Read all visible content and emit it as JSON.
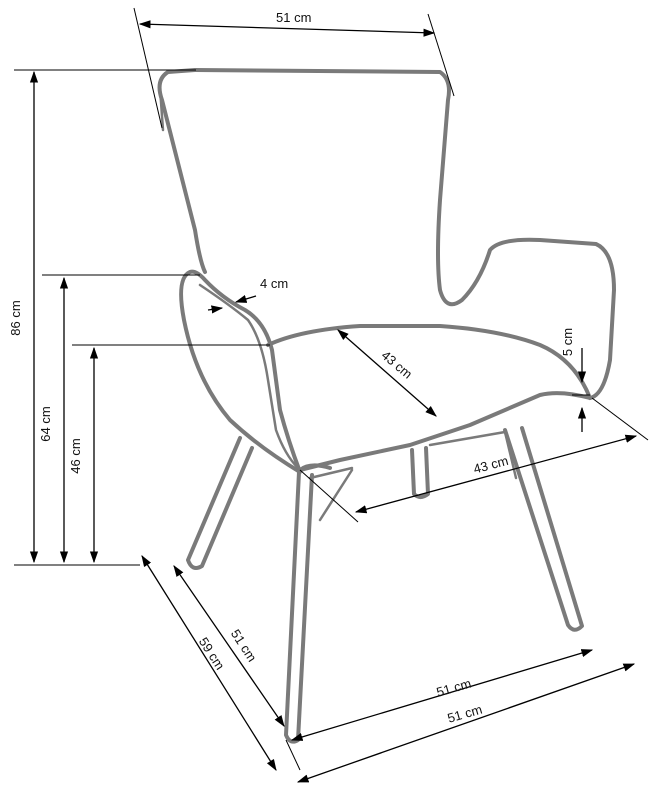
{
  "labels": {
    "top_width": "51 cm",
    "total_height": "86 cm",
    "armrest_height": "64 cm",
    "seat_height": "46 cm",
    "side_thickness": "4 cm",
    "seat_depth": "43 cm",
    "cushion_thickness": "5 cm",
    "seat_width": "43 cm",
    "base_depth_inner": "51 cm",
    "base_depth_outer": "59 cm",
    "base_width_inner": "51 cm",
    "base_width_outer": "51 cm"
  },
  "colors": {
    "outline": "#7a7a7a",
    "dimension": "#000000"
  }
}
